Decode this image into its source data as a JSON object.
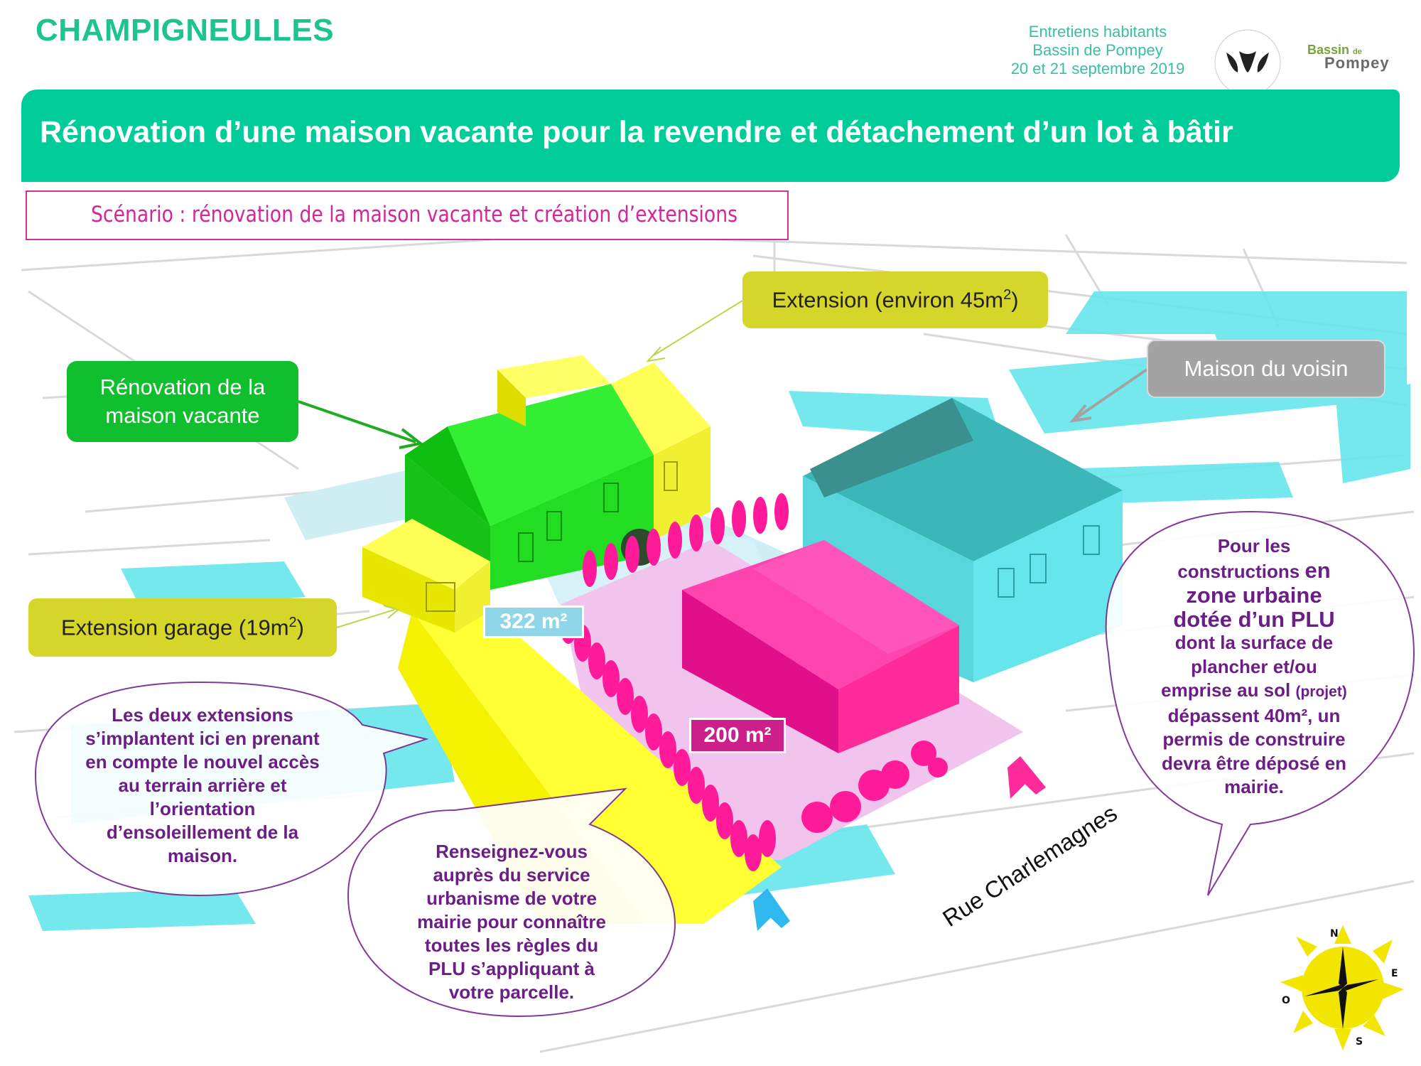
{
  "header": {
    "city": "CHAMPIGNEULLES",
    "event_lines": [
      "Entretiens habitants",
      "Bassin de Pompey",
      "20 et 21 septembre 2019"
    ],
    "logo2": {
      "line1": "Bassin",
      "line1_small": "de",
      "line2": "Pompey"
    }
  },
  "banner": {
    "title": "Rénovation d’une maison vacante pour la revendre et détachement d’un lot à bâtir"
  },
  "scenario": "Scénario : rénovation de la maison vacante et création d’extensions",
  "labels": {
    "extension_45": {
      "text": "Extension (environ 45m",
      "sup": "2",
      "close": ")"
    },
    "maison_voisin": "Maison du voisin",
    "renovation": {
      "line1": "Rénovation de la",
      "line2": "maison vacante"
    },
    "extension_garage": {
      "text": "Extension garage (19m",
      "sup": "2",
      "close": ")"
    }
  },
  "areas": {
    "lot_existing": "322 m²",
    "lot_new": "200 m²"
  },
  "bubbles": {
    "extensions_note": [
      "Les deux extensions",
      "s’implantent ici en prenant",
      "en compte le nouvel accès",
      "au terrain arrière et",
      "l’orientation",
      "d’ensoleillement de la",
      "maison."
    ],
    "urbanisme_note": [
      "Renseignez-vous",
      "auprès du service",
      "urbanisme de votre",
      "mairie pour connaître",
      "toutes les règles du",
      "PLU s’appliquant à",
      "votre parcelle."
    ],
    "permis_note": {
      "line1": "Pour les",
      "line2a": "constructions ",
      "line2b": "en",
      "line3": "zone urbaine",
      "line4": "dotée d’un PLU",
      "line5": "dont la surface de",
      "line6": "plancher et/ou",
      "line7a": "emprise au sol ",
      "line7b": "(projet)",
      "line8": "dépassent 40m², un",
      "line9": "permis de construire",
      "line10": "devra être déposé en",
      "line11": "mairie."
    }
  },
  "street": "Rue Charlemagnes",
  "compass": {
    "n": "N",
    "e": "E",
    "s": "S",
    "o": "O"
  },
  "colors": {
    "green_header": "#00cc99",
    "renovated_house": "#22dd22",
    "extension": "#f0f030",
    "new_house": "#ff2b9a",
    "neighbor_house": "#66e6ec",
    "bubble_text": "#6b1f86"
  }
}
